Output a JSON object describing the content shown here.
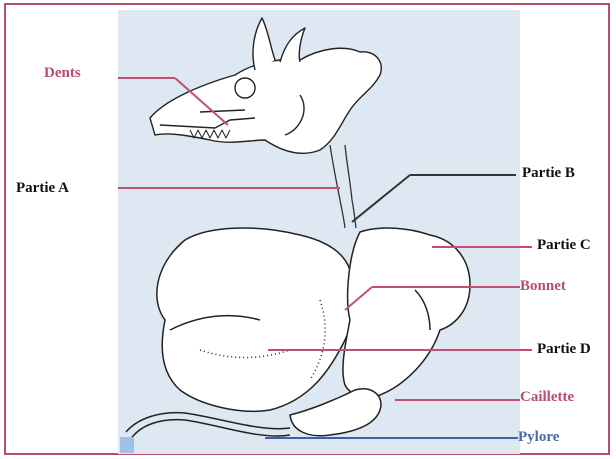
{
  "labels": {
    "dents": "Dents",
    "partie_a": "Partie A",
    "partie_b": "Partie B",
    "partie_c": "Partie C",
    "bonnet": "Bonnet",
    "partie_d": "Partie D",
    "caillette": "Caillette",
    "pylore": "Pylore"
  },
  "colors": {
    "frame": "#b5506a",
    "pink_label": "#b84d6e",
    "black_label": "#111111",
    "blue_label": "#4a6aa8",
    "pink_line": "#c0506f",
    "blue_line": "#3b5fa8",
    "background_panel": "#dde8f2"
  }
}
